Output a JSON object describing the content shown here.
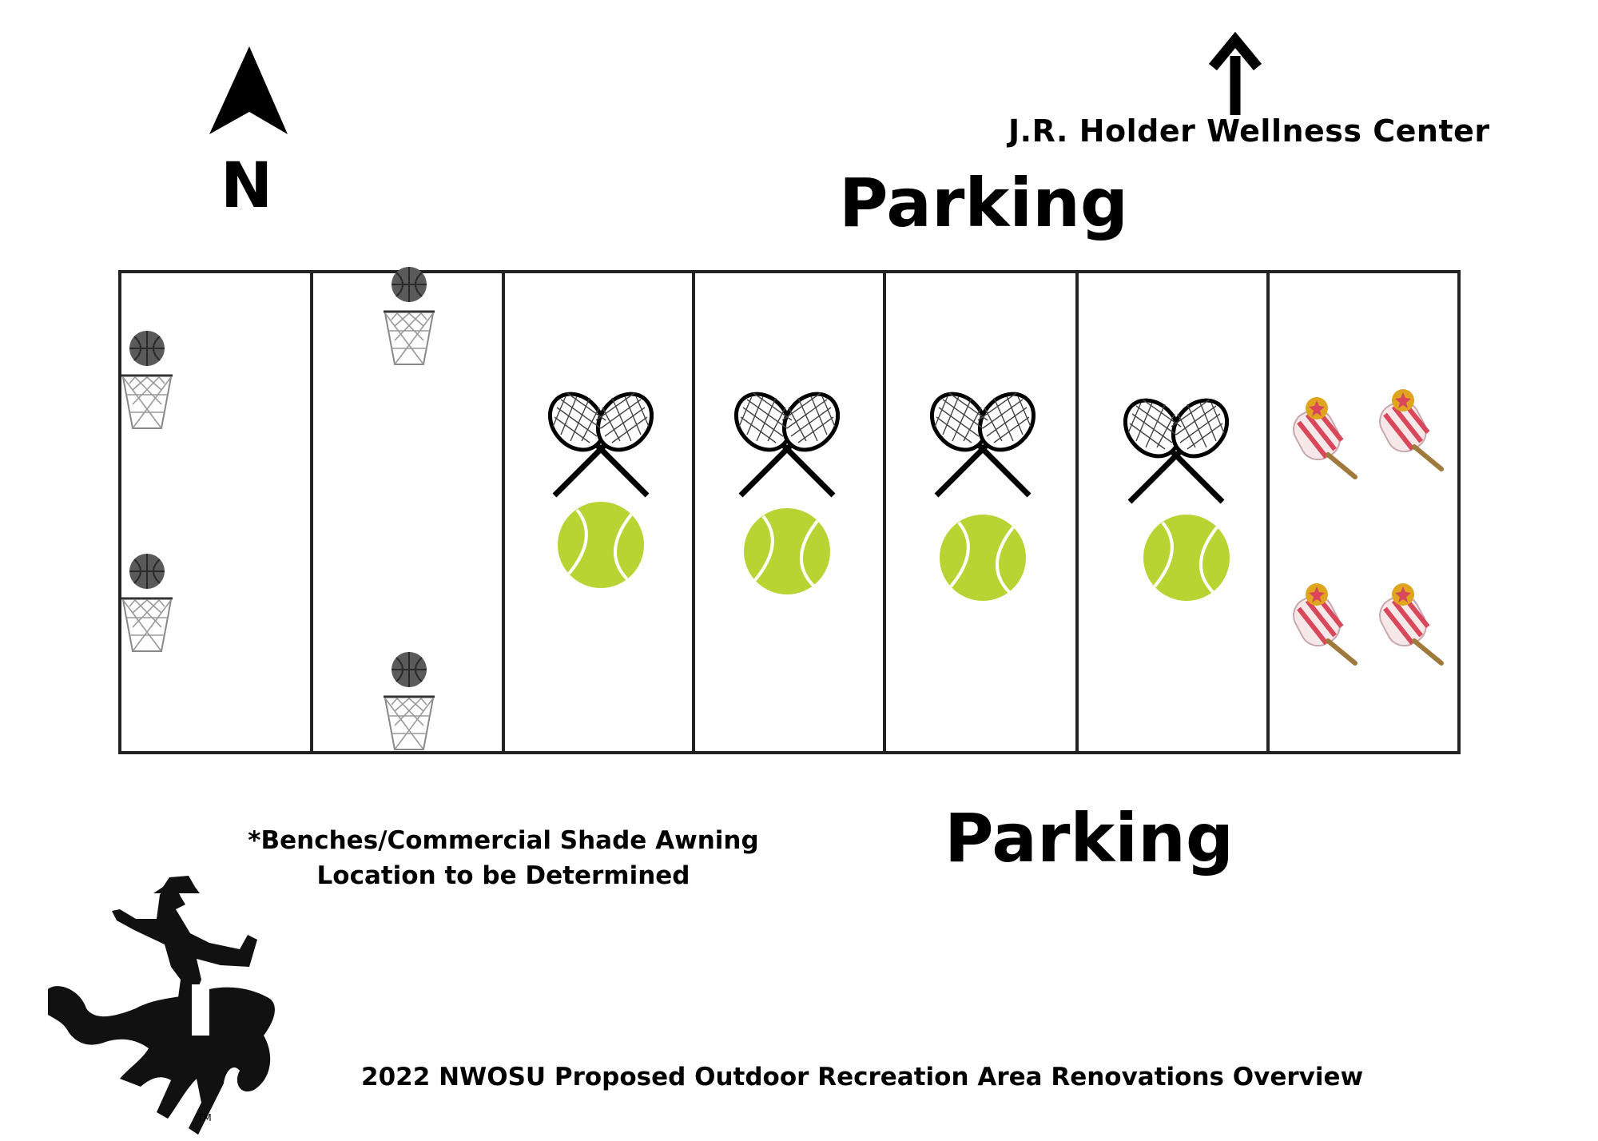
{
  "compass": {
    "label": "N",
    "icon": "north-arrow-icon"
  },
  "destination": {
    "label": "J.R. Holder Wellness Center",
    "icon": "arrow-up-icon"
  },
  "parking_north": {
    "label": "Parking"
  },
  "parking_south": {
    "label": "Parking"
  },
  "note": {
    "line1": "*Benches/Commercial Shade Awning",
    "line2": "Location to be Determined"
  },
  "footer": {
    "title": "2022 NWOSU Proposed Outdoor Recreation Area Renovations Overview"
  },
  "logo": {
    "icon": "bronco-rider-logo-icon",
    "mark": "TM"
  },
  "courts": [
    {
      "sport": "basketball",
      "icons": [
        "basketball-hoop-icon",
        "basketball-hoop-icon"
      ]
    },
    {
      "sport": "basketball",
      "icons": [
        "basketball-hoop-icon",
        "basketball-hoop-icon"
      ]
    },
    {
      "sport": "tennis",
      "icons": [
        "crossed-rackets-icon",
        "tennis-ball-icon"
      ]
    },
    {
      "sport": "tennis",
      "icons": [
        "crossed-rackets-icon",
        "tennis-ball-icon"
      ]
    },
    {
      "sport": "tennis",
      "icons": [
        "crossed-rackets-icon",
        "tennis-ball-icon"
      ]
    },
    {
      "sport": "tennis",
      "icons": [
        "crossed-rackets-icon",
        "tennis-ball-icon"
      ]
    },
    {
      "sport": "pickleball",
      "icons": [
        "pickleball-paddle-icon",
        "pickleball-paddle-icon",
        "pickleball-paddle-icon",
        "pickleball-paddle-icon"
      ]
    }
  ],
  "colors": {
    "ink": "#000000",
    "tennis_ball": "#b8d433",
    "paddle_red": "#d9475a",
    "hoop_gray": "#555555"
  }
}
